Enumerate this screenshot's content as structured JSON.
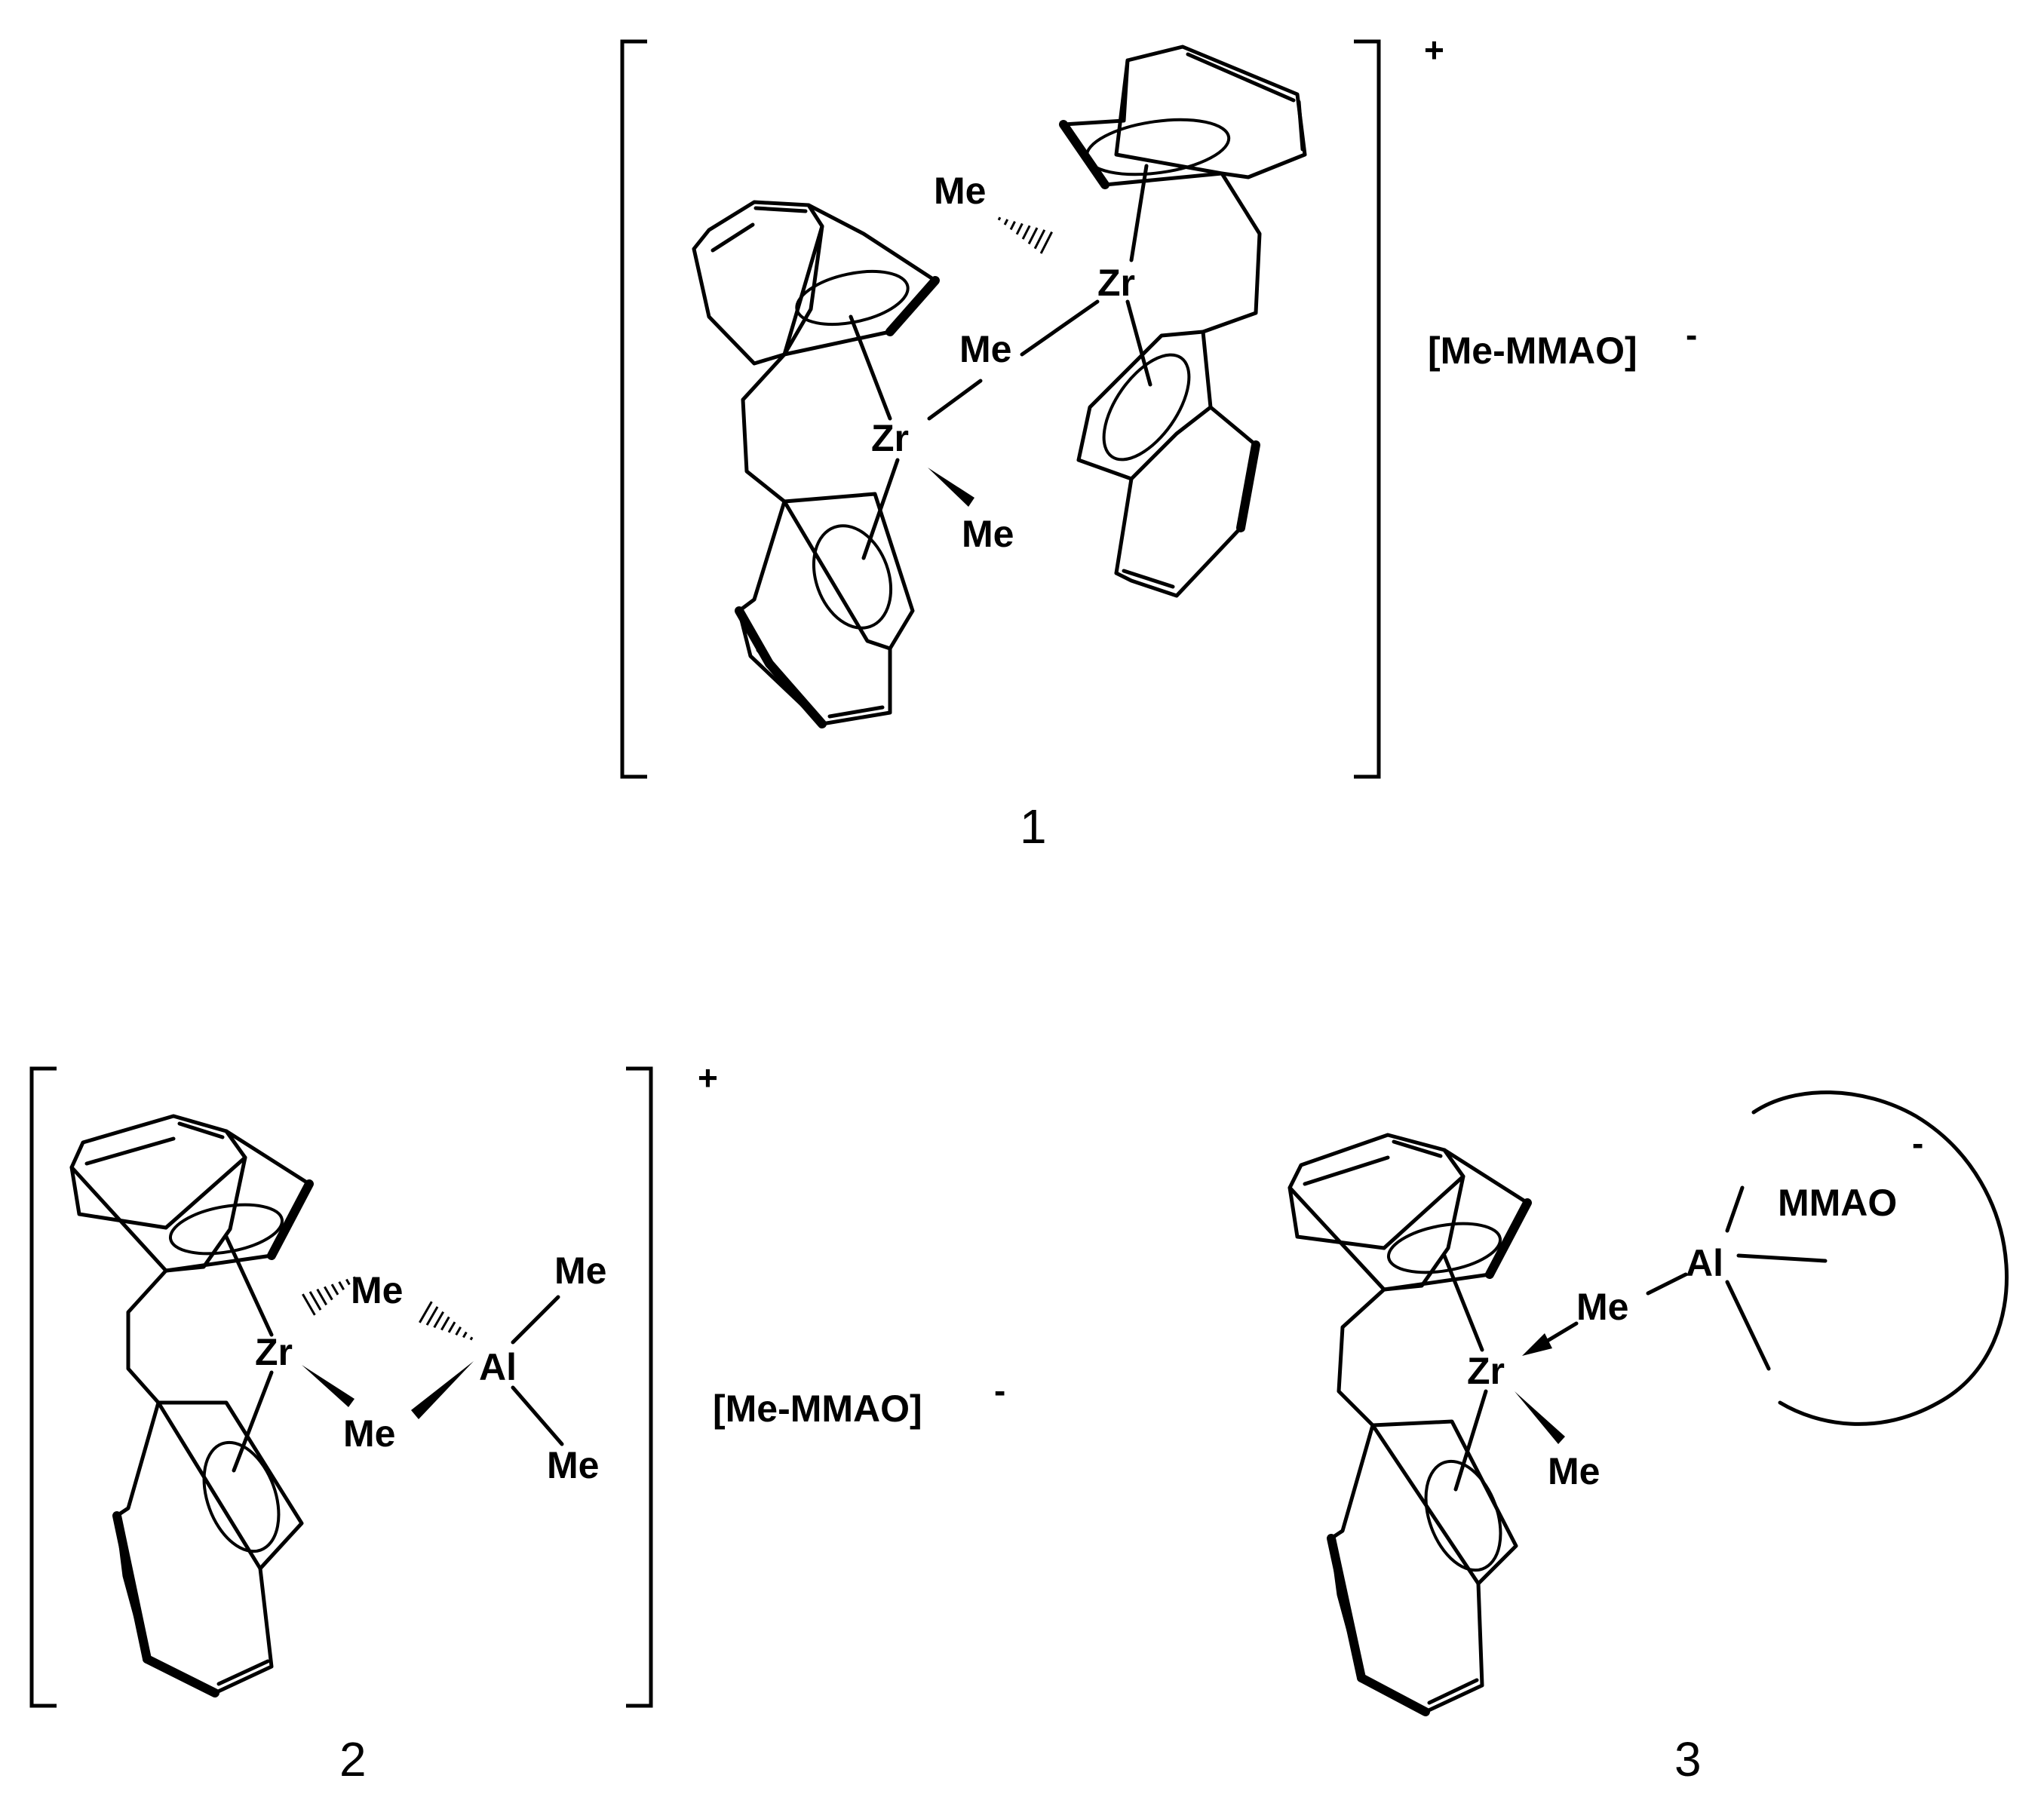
{
  "labels": {
    "me": "Me",
    "zr": "Zr",
    "al": "Al",
    "plus": "+",
    "minus": "-",
    "counterion": "[Me-MMAO]",
    "mmao": "MMAO"
  },
  "compounds": [
    {
      "number": "1"
    },
    {
      "number": "2"
    },
    {
      "number": "3"
    }
  ],
  "colors": {
    "ink": "#000000",
    "background": "#ffffff"
  }
}
